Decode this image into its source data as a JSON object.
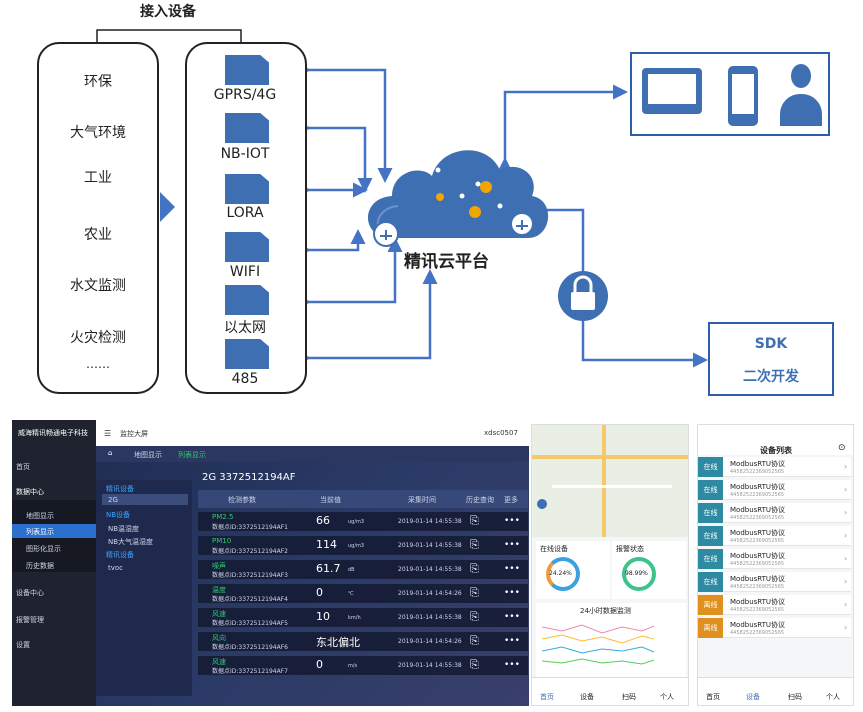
{
  "diagram": {
    "title": "接入设备",
    "industries": [
      "环保",
      "大气环境",
      "工业",
      "农业",
      "水文监测",
      "火灾检测",
      "……"
    ],
    "devices": [
      "GPRS/4G",
      "NB-IOT",
      "LORA",
      "WIFI",
      "以太网",
      "485"
    ],
    "cloud_label": "精讯云平台",
    "sdk_title": "SDK",
    "sdk_sub": "二次开发",
    "colors": {
      "blue": "#2f5ea8",
      "arrow": "#4472c4"
    }
  },
  "dashboard": {
    "company": "威海精讯畅通电子科技",
    "top_title": "监控大屏",
    "user": "xdsc0507",
    "menu": [
      "首页",
      "数据中心",
      "地图显示",
      "列表显示",
      "图形化显示",
      "历史数据",
      "设备中心",
      "报警管理",
      "设置"
    ],
    "tabs": [
      "地图显示",
      "列表显示"
    ],
    "device_title": "2G 3372512194AF",
    "tree": [
      "精讯设备",
      "2G",
      "NB设备",
      "NB温湿度",
      "NB大气温湿度",
      "精讯设备",
      "tvoc"
    ],
    "table_headers": [
      "检测参数",
      "当前值",
      "采集时间",
      "历史查询",
      "更多"
    ],
    "rows": [
      {
        "name": "PM2.5",
        "id": "数据点ID:3372512194AF1",
        "value": "66",
        "unit": "ug/m3",
        "time": "2019-01-14 14:55:38"
      },
      {
        "name": "PM10",
        "id": "数据点ID:3372512194AF2",
        "value": "114",
        "unit": "ug/m3",
        "time": "2019-01-14 14:55:38"
      },
      {
        "name": "噪声",
        "id": "数据点ID:3372512194AF3",
        "value": "61.7",
        "unit": "dB",
        "time": "2019-01-14 14:55:38"
      },
      {
        "name": "温度",
        "id": "数据点ID:3372512194AF4",
        "value": "0",
        "unit": "℃",
        "time": "2019-01-14 14:54:26"
      },
      {
        "name": "风速",
        "id": "数据点ID:3372512194AF5",
        "value": "10",
        "unit": "km/h",
        "time": "2019-01-14 14:55:38"
      },
      {
        "name": "风向",
        "id": "数据点ID:3372512194AF6",
        "value": "东北偏北",
        "unit": "",
        "time": "2019-01-14 14:54:26"
      },
      {
        "name": "风速",
        "id": "数据点ID:3372512194AF7",
        "value": "0",
        "unit": "m/s",
        "time": "2019-01-14 14:55:38"
      }
    ]
  },
  "phone_map": {
    "online_title": "在线设备",
    "online_pct": "24.24%",
    "alarm_title": "报警状态",
    "alarm_pct": "98.99%",
    "chart_title": "24小时数据监测",
    "nav": [
      "首页",
      "设备",
      "扫码",
      "个人"
    ]
  },
  "phone_list": {
    "title": "设备列表",
    "items": [
      {
        "status": "在线",
        "name": "ModbusRTU协议",
        "sub": "44582522369052565"
      },
      {
        "status": "在线",
        "name": "ModbusRTU协议",
        "sub": "44582522369052565"
      },
      {
        "status": "在线",
        "name": "ModbusRTU协议",
        "sub": "44582522369052565"
      },
      {
        "status": "在线",
        "name": "ModbusRTU协议",
        "sub": "44582522369052565"
      },
      {
        "status": "在线",
        "name": "ModbusRTU协议",
        "sub": "44582522369052565"
      },
      {
        "status": "在线",
        "name": "ModbusRTU协议",
        "sub": "44582522369052565"
      },
      {
        "status": "离线",
        "name": "ModbusRTU协议",
        "sub": "44582522369052565"
      },
      {
        "status": "离线",
        "name": "ModbusRTU协议",
        "sub": "44582522369052565"
      }
    ],
    "nav": [
      "首页",
      "设备",
      "扫码",
      "个人"
    ]
  }
}
